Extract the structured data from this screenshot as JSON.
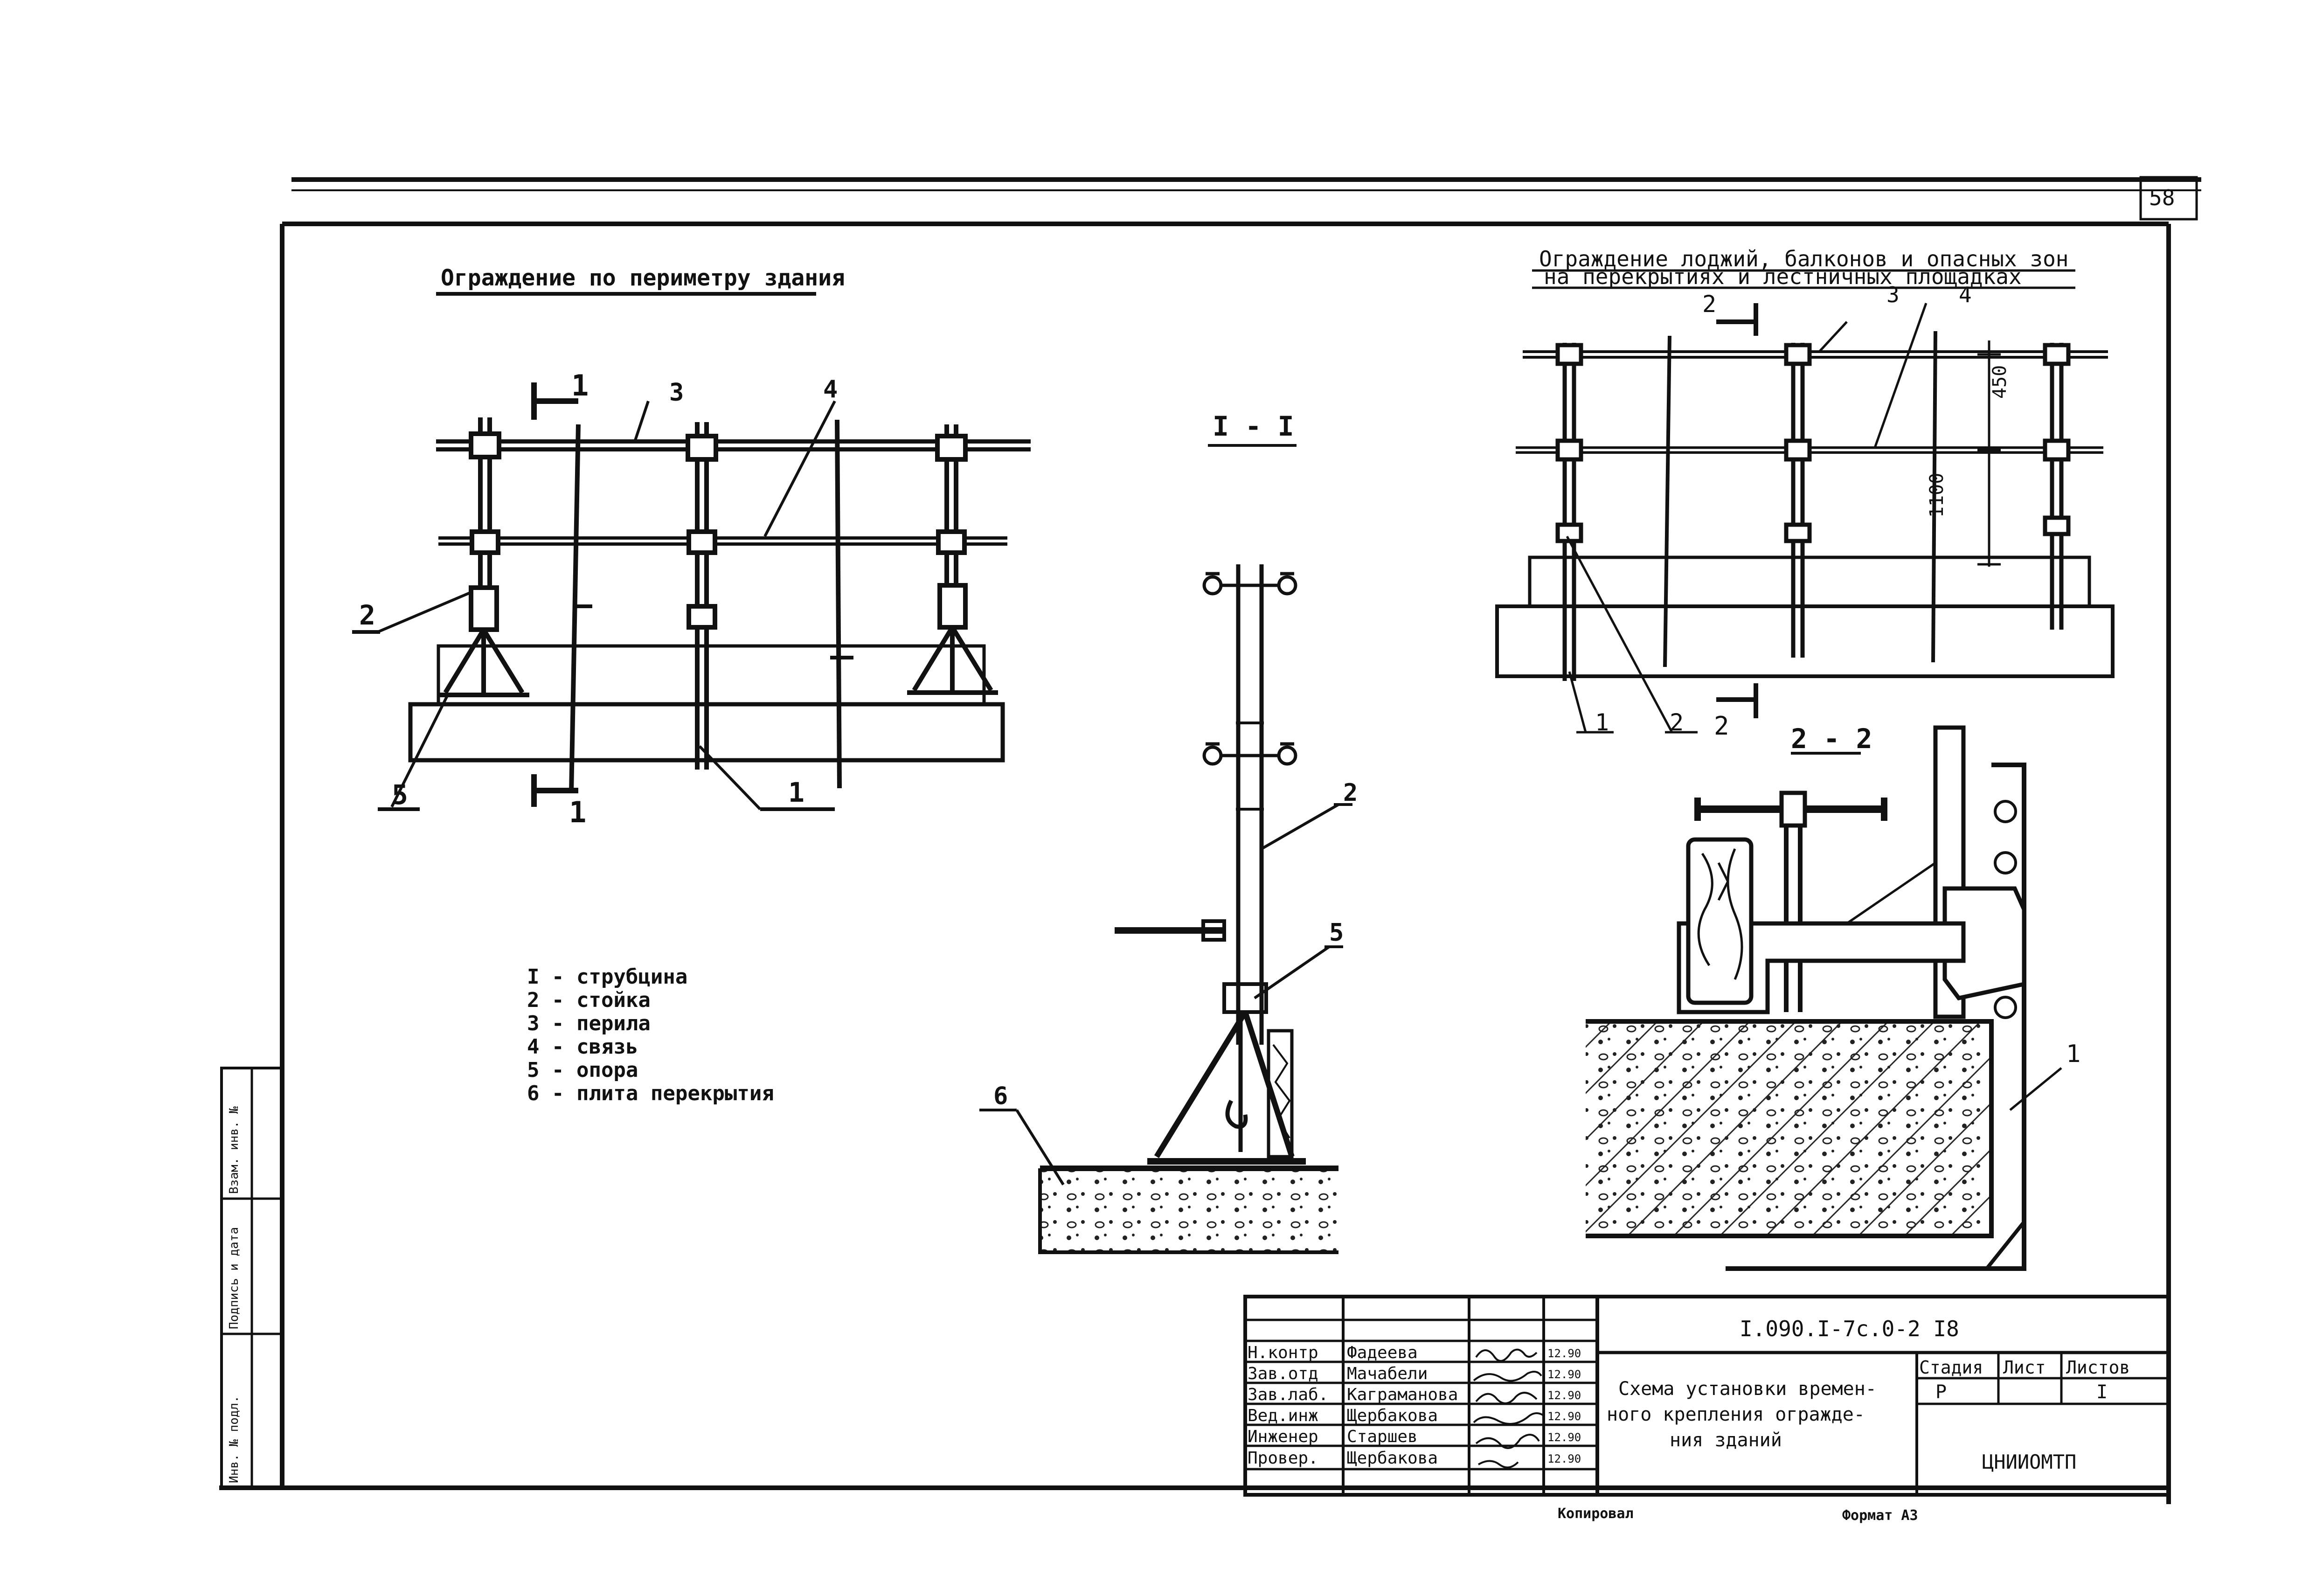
{
  "sheet_number": "58",
  "left_view": {
    "title": "Ограждение по периметру здания",
    "callouts": [
      "1",
      "3",
      "4",
      "2",
      "5",
      "1",
      "1"
    ]
  },
  "section_1_1": {
    "title": "I - I",
    "callouts": [
      "2",
      "5",
      "6"
    ]
  },
  "right_view": {
    "title_line1": "Ограждение лоджий, балконов и опасных зон",
    "title_line2": "на перекрытиях и лестничных площадках",
    "callouts": [
      "2",
      "3",
      "4",
      "1",
      "2",
      "2"
    ],
    "dim_450": "450",
    "dim_1100": "1100"
  },
  "section_2_2": {
    "title": "2 - 2",
    "callouts": [
      "1"
    ]
  },
  "legend": [
    "I - струбцина",
    "2 - стойка",
    "3 - перила",
    "4 - связь",
    "5 - опора",
    "6 - плита перекрытия"
  ],
  "side_stamp": [
    "Инв. № подл.",
    "Подпись и дата",
    "Взам. инв. №"
  ],
  "title_block": {
    "doc_code": "I.090.I-7с.0-2  I8",
    "title_lines": [
      "Схема установки времен-",
      "ного крепления огражде-",
      "ния зданий"
    ],
    "org": "ЦНИИОМТП",
    "col_stage": "Стадия",
    "col_sheet": "Лист",
    "col_sheets": "Листов",
    "stage": "Р",
    "sheets_total": "I",
    "signatures": [
      {
        "role": "Н.контр",
        "name": "Фадеева",
        "date": "12.90"
      },
      {
        "role": "Зав.отд",
        "name": "Мачабели",
        "date": "12.90"
      },
      {
        "role": "Зав.лаб.",
        "name": "Каграманова",
        "date": "12.90"
      },
      {
        "role": "Вед.инж",
        "name": "Щербакова",
        "date": "12.90"
      },
      {
        "role": "Инженер",
        "name": "Старшев",
        "date": "12.90"
      },
      {
        "role": "Провер.",
        "name": "Щербакова",
        "date": "12.90"
      }
    ]
  },
  "footer": {
    "left": "Копировал",
    "right": "Формат А3"
  }
}
